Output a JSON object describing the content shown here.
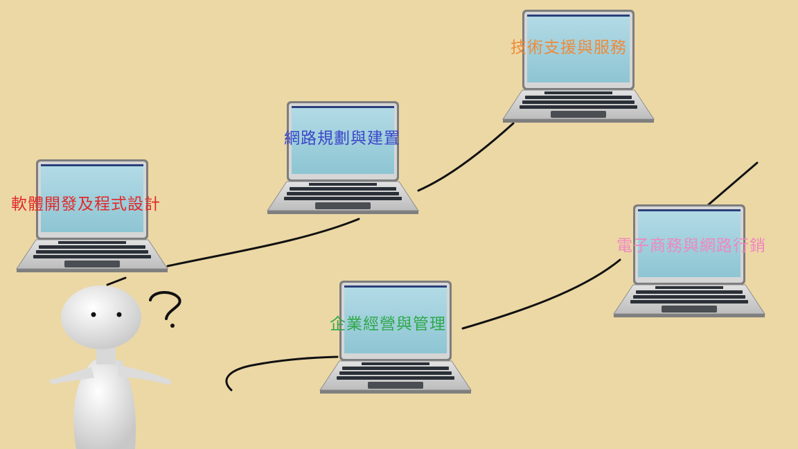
{
  "colors": {
    "background": "#ecd8a5",
    "software": "#e02a2a",
    "network": "#3b47c8",
    "support": "#ee8a3a",
    "ecommerce": "#ee88c0",
    "business": "#2fa84a"
  },
  "diagram": {
    "laptops": [
      {
        "name": "software-development",
        "label": "軟體開發及程式設計"
      },
      {
        "name": "network-planning",
        "label": "網路規劃與建置"
      },
      {
        "name": "technical-support",
        "label": "技術支援與服務"
      },
      {
        "name": "ecommerce-marketing",
        "label": "電子商務與網路行銷"
      },
      {
        "name": "business-management",
        "label": "企業經營與管理"
      }
    ],
    "figure": {
      "icon": "thinking-person-icon",
      "mark": "?"
    }
  }
}
